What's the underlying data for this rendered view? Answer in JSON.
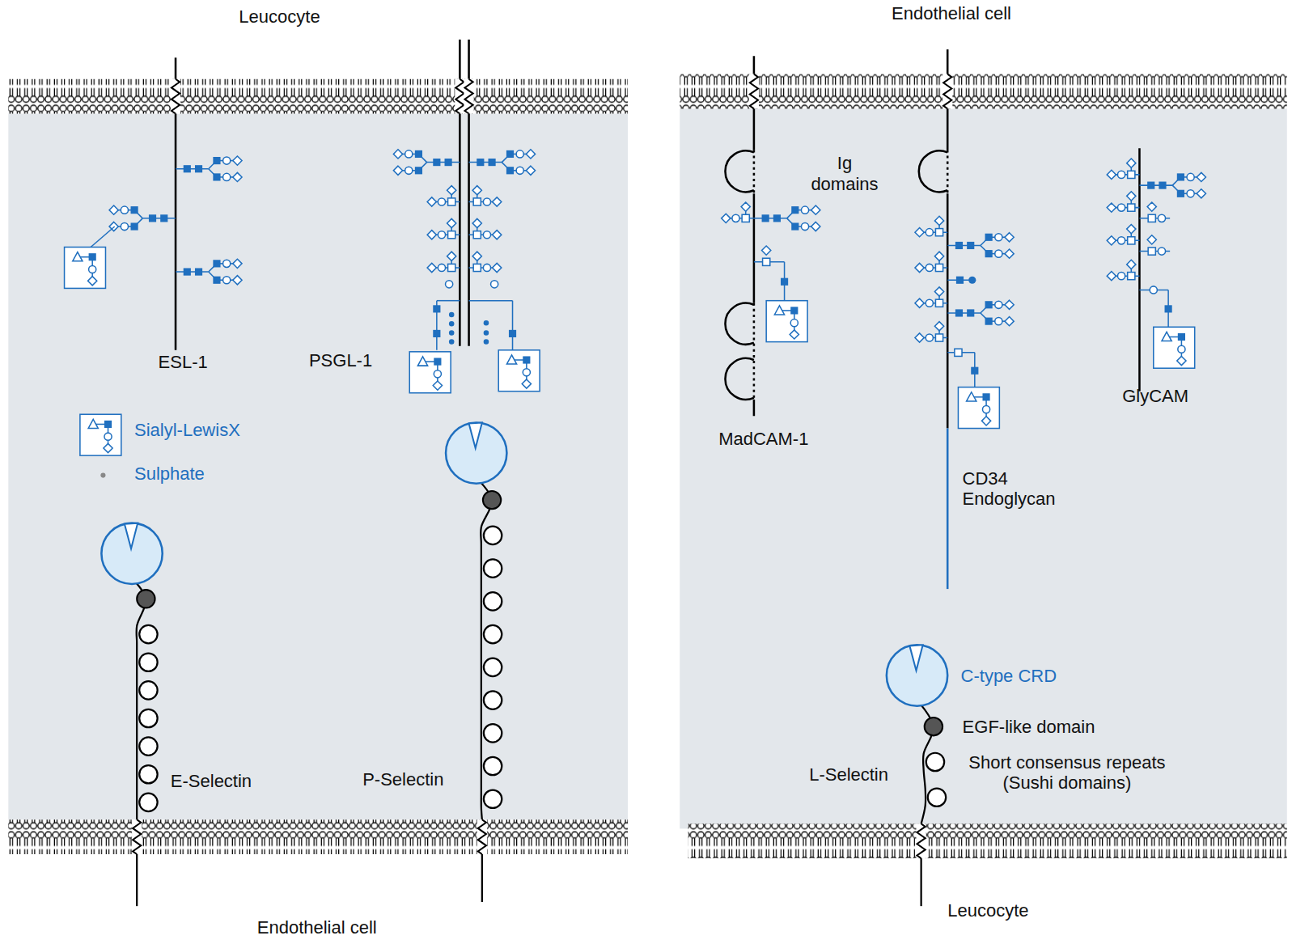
{
  "diagram": {
    "labels": [
      "Leucocyte",
      "Endothelial cell",
      "ESL-1",
      "PSGL-1",
      "Ig domains",
      "MadCAM-1",
      "CD34 Endoglycan",
      "GlyCAM",
      "C-type CRD",
      "EGF-like domain",
      "Short consensus repeats (Sushi domains)",
      "E-Selectin",
      "P-Selectin",
      "L-Selectin",
      "Endothelial cell",
      "Leucocyte"
    ],
    "legend": [
      {
        "text": "Sialyl-LewisX"
      },
      {
        "text": "Sulphate"
      }
    ]
  }
}
